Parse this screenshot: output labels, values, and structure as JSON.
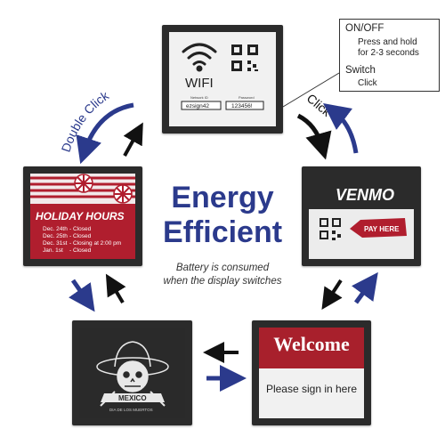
{
  "center": {
    "title_line1": "Energy",
    "title_line2": "Efficient",
    "note_line1": "Battery is consumed",
    "note_line2": "when the display switches"
  },
  "callout": {
    "onoff_title": "ON/OFF",
    "onoff_line1": "Press and hold",
    "onoff_line2": "for 2-3 seconds",
    "switch_title": "Switch",
    "switch_line1": "Click"
  },
  "labels": {
    "double_click": "Double Click",
    "click": "Click"
  },
  "wifi_screen": {
    "title": "WIFI",
    "network_label": "Network ID",
    "network_value": "ezsign42",
    "password_label": "Password",
    "password_value": "123456!"
  },
  "holiday_screen": {
    "title": "HOLIDAY HOURS",
    "rows": [
      {
        "date": "Dec. 24th",
        "status": "- Closed"
      },
      {
        "date": "Dec. 25th",
        "status": "- Closed"
      },
      {
        "date": "Dec. 31st",
        "status": "- Closing at 2:00 pm"
      },
      {
        "date": "Jan.   1st",
        "status": "- Closed"
      }
    ]
  },
  "venmo_screen": {
    "brand": "VENMO",
    "tag": "PAY HERE"
  },
  "mexico_screen": {
    "banner": "MEXICO",
    "sub": "DIA DE LOS MUERTOS"
  },
  "welcome_screen": {
    "title": "Welcome",
    "message": "Please sign in here"
  },
  "colors": {
    "accent_blue": "#2b3a8c",
    "holiday_red": "#b01e2e",
    "welcome_red": "#a8202c",
    "device_frame": "#2b2b2b"
  }
}
